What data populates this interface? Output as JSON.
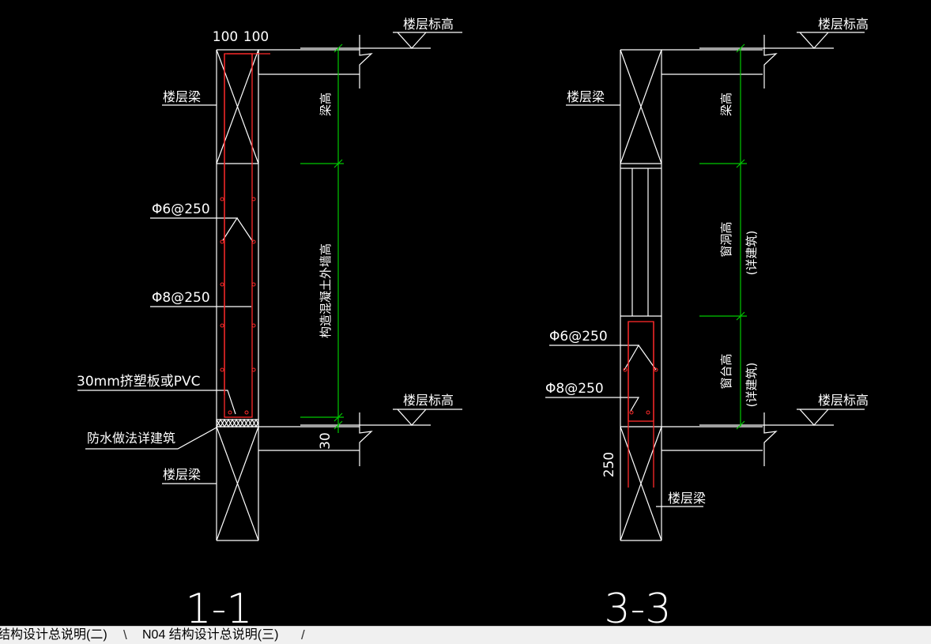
{
  "colors": {
    "background": "#000000",
    "lines": "#ffffff",
    "rebar": "#ff2a2a",
    "dimension": "#00c800"
  },
  "section_1": {
    "title": "1-1",
    "dim_left": "100",
    "dim_right": "100",
    "elevation_top": "楼层标高",
    "elevation_bottom": "楼层标高",
    "beam_top": "楼层梁",
    "beam_bottom": "楼层梁",
    "rebar_a": "Φ6@250",
    "rebar_b": "Φ8@250",
    "board_note": "30mm挤塑板或PVC",
    "waterproof_note": "防水做法详建筑",
    "dim_beam_height": "梁高",
    "dim_wall_height": "构造混凝土外墙高",
    "dim_gap": "30"
  },
  "section_3": {
    "title": "3-3",
    "elevation_top": "楼层标高",
    "elevation_bottom": "楼层标高",
    "beam_top": "楼层梁",
    "beam_bottom": "楼层梁",
    "rebar_a": "Φ6@250",
    "rebar_b": "Φ8@250",
    "dim_beam_height": "梁高",
    "dim_window_height": "窗洞高",
    "dim_window_note": "(详建筑)",
    "dim_sill_height": "窗台高",
    "dim_sill_note": "(详建筑)",
    "dim_250": "250"
  },
  "tabs": [
    {
      "label": "结构设计总说明(二)"
    },
    {
      "label": "N04 结构设计总说明(三)"
    }
  ]
}
